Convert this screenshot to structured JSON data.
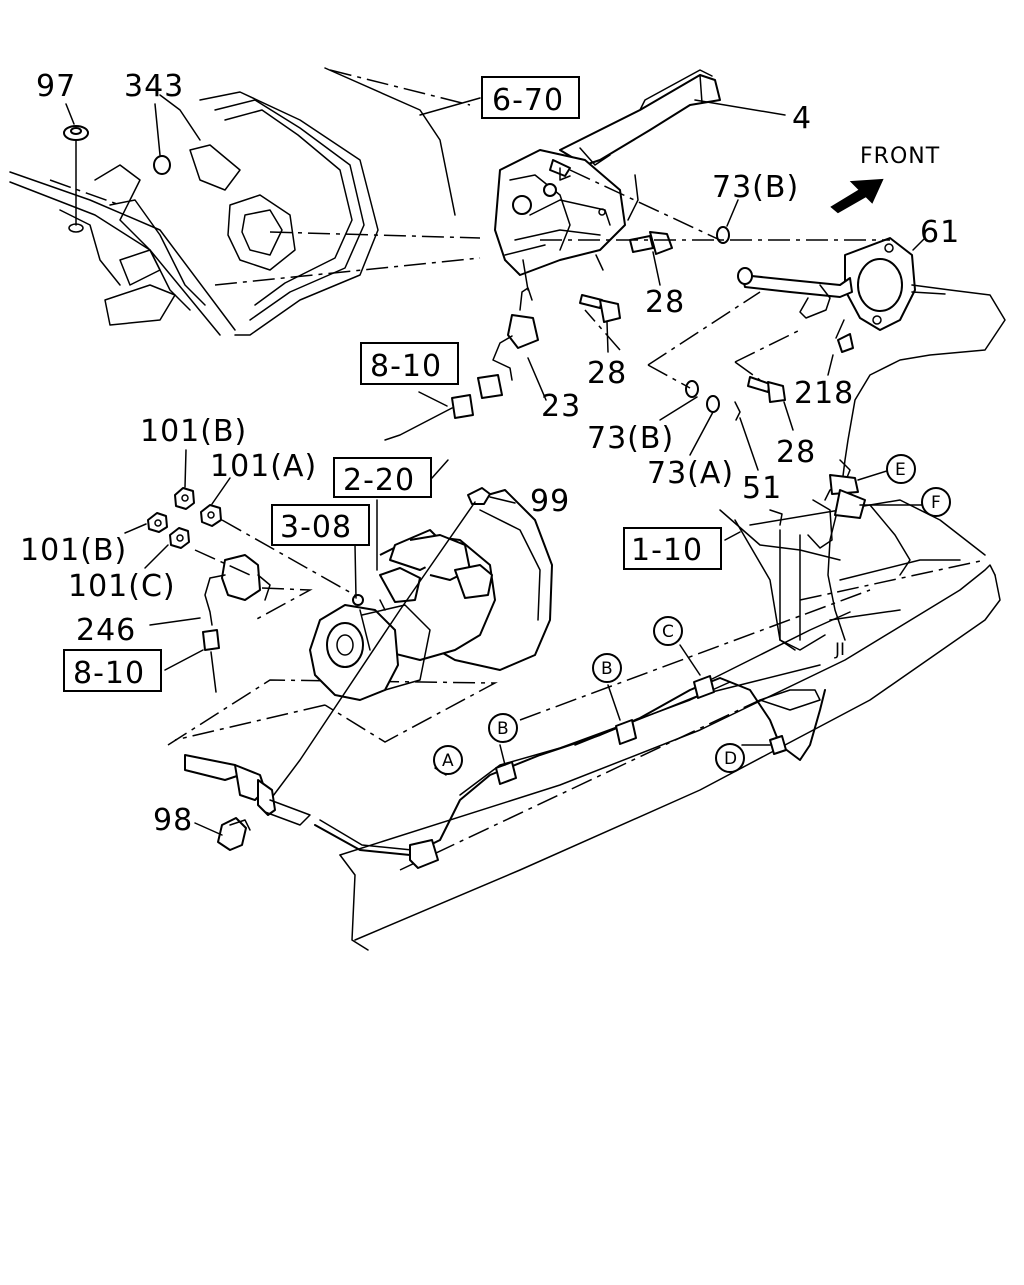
{
  "orientation_label": "FRONT",
  "part_labels": {
    "p97": "97",
    "p343": "343",
    "p4": "4",
    "p73b_top": "73(B)",
    "p61": "61",
    "p28_a": "28",
    "p28_b": "28",
    "p218": "218",
    "p23": "23",
    "p73b_low": "73(B)",
    "p73a": "73(A)",
    "p28_c": "28",
    "p51": "51",
    "p101b_top": "101(B)",
    "p101a": "101(A)",
    "p99": "99",
    "p101b_low": "101(B)",
    "p101c": "101(C)",
    "p246": "246",
    "p98": "98"
  },
  "reference_boxes": {
    "r6_70": "6-70",
    "r8_10_top": "8-10",
    "r2_20": "2-20",
    "r3_08": "3-08",
    "r1_10": "1-10",
    "r8_10_low": "8-10"
  },
  "clip_callouts": {
    "a": "A",
    "b_left": "B",
    "b_right": "B",
    "c": "C",
    "d": "D",
    "e": "E",
    "f": "F"
  },
  "frame_mark": "JI"
}
